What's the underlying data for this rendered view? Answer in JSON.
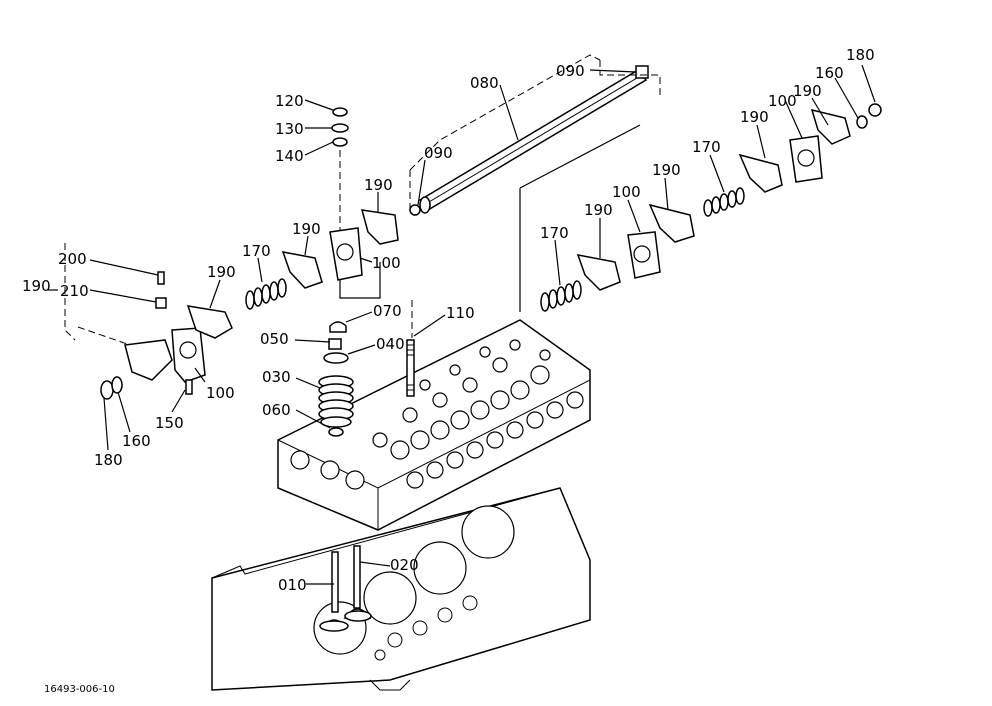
{
  "diagram": {
    "drawing_code": "16493-006-10",
    "callouts": [
      {
        "id": "c-090-a",
        "label": "090"
      },
      {
        "id": "c-080",
        "label": "080"
      },
      {
        "id": "c-090-b",
        "label": "090"
      },
      {
        "id": "c-180-a",
        "label": "180"
      },
      {
        "id": "c-160-a",
        "label": "160"
      },
      {
        "id": "c-190-a",
        "label": "190"
      },
      {
        "id": "c-100-a",
        "label": "100"
      },
      {
        "id": "c-190-b",
        "label": "190"
      },
      {
        "id": "c-170-a",
        "label": "170"
      },
      {
        "id": "c-190-c",
        "label": "190"
      },
      {
        "id": "c-100-b",
        "label": "100"
      },
      {
        "id": "c-190-d",
        "label": "190"
      },
      {
        "id": "c-170-b",
        "label": "170"
      },
      {
        "id": "c-120",
        "label": "120"
      },
      {
        "id": "c-130",
        "label": "130"
      },
      {
        "id": "c-140",
        "label": "140"
      },
      {
        "id": "c-190-e",
        "label": "190"
      },
      {
        "id": "c-190-f",
        "label": "190"
      },
      {
        "id": "c-100-c",
        "label": "100"
      },
      {
        "id": "c-170-c",
        "label": "170"
      },
      {
        "id": "c-190-g",
        "label": "190"
      },
      {
        "id": "c-200",
        "label": "200"
      },
      {
        "id": "c-190-h",
        "label": "190"
      },
      {
        "id": "c-210",
        "label": "210"
      },
      {
        "id": "c-070",
        "label": "070"
      },
      {
        "id": "c-110",
        "label": "110"
      },
      {
        "id": "c-050",
        "label": "050"
      },
      {
        "id": "c-040",
        "label": "040"
      },
      {
        "id": "c-030",
        "label": "030"
      },
      {
        "id": "c-060",
        "label": "060"
      },
      {
        "id": "c-100-d",
        "label": "100"
      },
      {
        "id": "c-150",
        "label": "150"
      },
      {
        "id": "c-160-b",
        "label": "160"
      },
      {
        "id": "c-180-b",
        "label": "180"
      },
      {
        "id": "c-020",
        "label": "020"
      },
      {
        "id": "c-010",
        "label": "010"
      }
    ]
  }
}
